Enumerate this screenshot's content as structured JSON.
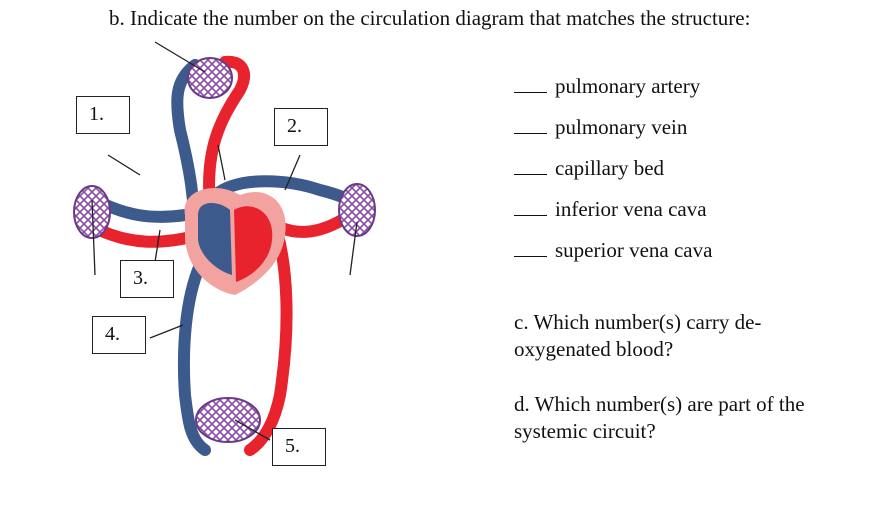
{
  "question_b": "b.  Indicate the number on the circulation diagram that matches the structure:",
  "labels": [
    "1.",
    "2.",
    "3.",
    "4.",
    "5."
  ],
  "blank": "___",
  "structures": [
    "pulmonary artery",
    "pulmonary vein",
    "capillary bed",
    "inferior vena cava",
    "superior vena cava"
  ],
  "question_c": {
    "line1": "c. Which number(s) carry de-",
    "line2": "oxygenated blood?"
  },
  "question_d": {
    "line1": "d. Which number(s) are part of the",
    "line2": "systemic circuit?"
  },
  "colors": {
    "oxygenated": "#e8232e",
    "deoxygenated": "#3d5a8c",
    "capillary": "#8a4fa8",
    "heart_outer": "#f2a3a0"
  }
}
